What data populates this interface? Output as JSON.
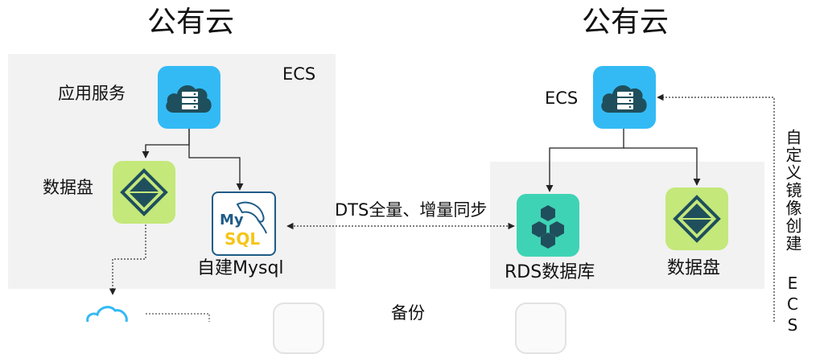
{
  "left_title": "公有云",
  "right_title": "公有云",
  "left_panel": {
    "ecs_label": "ECS",
    "app_service_label": "应用服务",
    "data_disk_label": "数据盘",
    "mysql_label": "自建Mysql",
    "mysql_logo_text": "My",
    "mysql_logo_sql": "SQL"
  },
  "right_panel": {
    "ecs_label": "ECS",
    "rds_label": "RDS数据库",
    "data_disk_label": "数据盘"
  },
  "sync_label": "DTS全量、增量同步",
  "backup_label": "备份",
  "vertical_label": "自定义镜像创建 ECS",
  "colors": {
    "ecs_blue": "#33baf4",
    "disk_green": "#c4e87a",
    "rds_teal": "#3fd3b5",
    "icon_dark": "#1f4f5c",
    "panel_bg": "#f2f2f2",
    "mysql_blue": "#1e5c87",
    "mysql_yellow": "#f5c518"
  }
}
